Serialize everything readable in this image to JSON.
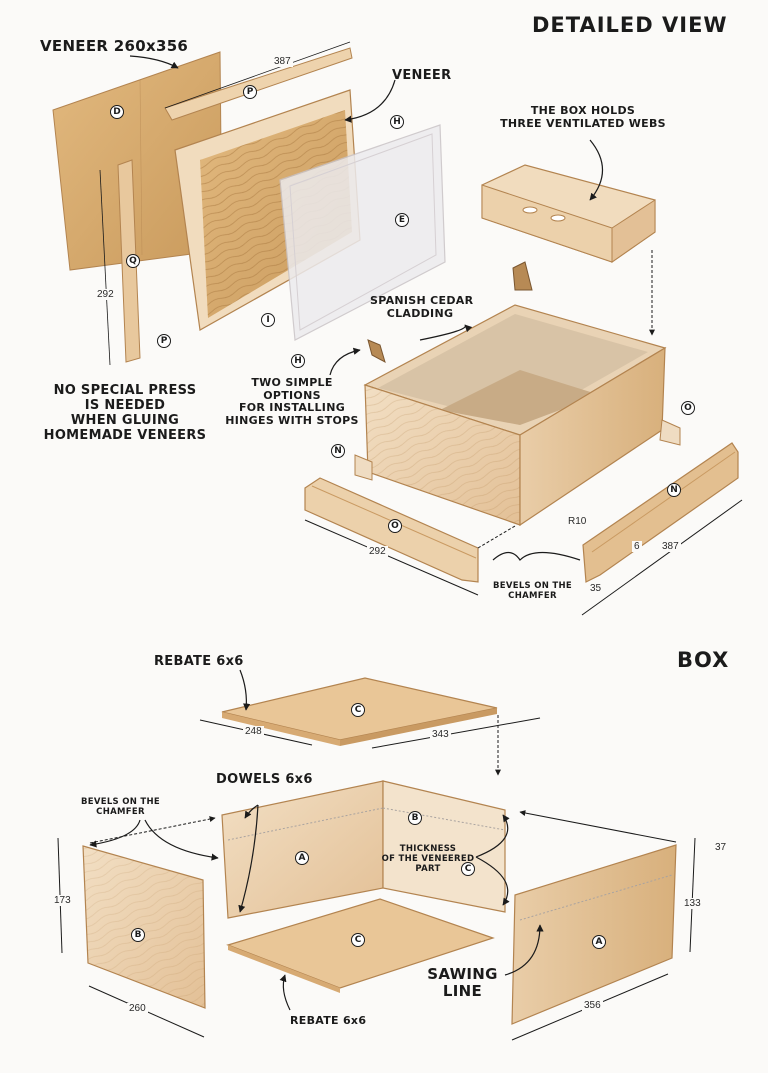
{
  "sections": {
    "detailed_view": {
      "title": "DETAILED VIEW"
    },
    "box": {
      "title": "BOX"
    }
  },
  "callouts": {
    "veneer_sheet": "VENEER 260x356",
    "veneer": "VENEER",
    "box_holds_line1": "THE BOX HOLDS",
    "box_holds_line2": "THREE VENTILATED WEBS",
    "cedar_line1": "SPANISH CEDAR",
    "cedar_line2": "CLADDING",
    "press_line1": "NO SPECIAL PRESS",
    "press_line2": "IS NEEDED",
    "press_line3": "WHEN GLUING",
    "press_line4": "HOMEMADE VENEERS",
    "hinge_line1": "TWO SIMPLE",
    "hinge_line2": "OPTIONS",
    "hinge_line3": "FOR INSTALLING",
    "hinge_line4": "HINGES WITH STOPS",
    "bevels_top_line1": "BEVELS ON THE",
    "bevels_top_line2": "CHAMFER",
    "rebate_top": "REBATE 6x6",
    "dowels": "DOWELS 6x6",
    "bevels_box_line1": "BEVELS ON THE",
    "bevels_box_line2": "CHAMFER",
    "thickness_line1": "THICKNESS",
    "thickness_line2": "OF THE VENEERED",
    "thickness_line3": "PART",
    "sawing_line1": "SAWING",
    "sawing_line2": "LINE",
    "rebate_bottom": "REBATE 6x6"
  },
  "dimensions": {
    "lid_rail_length": "387",
    "side_rail_height": "292",
    "base_o_length": "292",
    "base_n_length": "387",
    "radius": "R10",
    "step": "6",
    "rail_height": "35",
    "panel_c_width": "248",
    "panel_c_length": "343",
    "panel_b_height": "173",
    "panel_b_width": "260",
    "panel_a_top": "37",
    "panel_a_height": "133",
    "panel_a_width": "356"
  },
  "part_labels": {
    "D": "D",
    "P": "P",
    "H": "H",
    "E": "E",
    "Q": "Q",
    "I": "I",
    "N": "N",
    "O": "O",
    "A": "A",
    "B": "B",
    "C": "C"
  },
  "colors": {
    "background": "#fbfaf8",
    "wood_light": "#f0dcc0",
    "wood_mid": "#e6c59a",
    "wood_dark": "#c99a62",
    "veneer": "#d9ae72",
    "acrylic": "#ecebee",
    "ink": "#1b1b1b"
  }
}
